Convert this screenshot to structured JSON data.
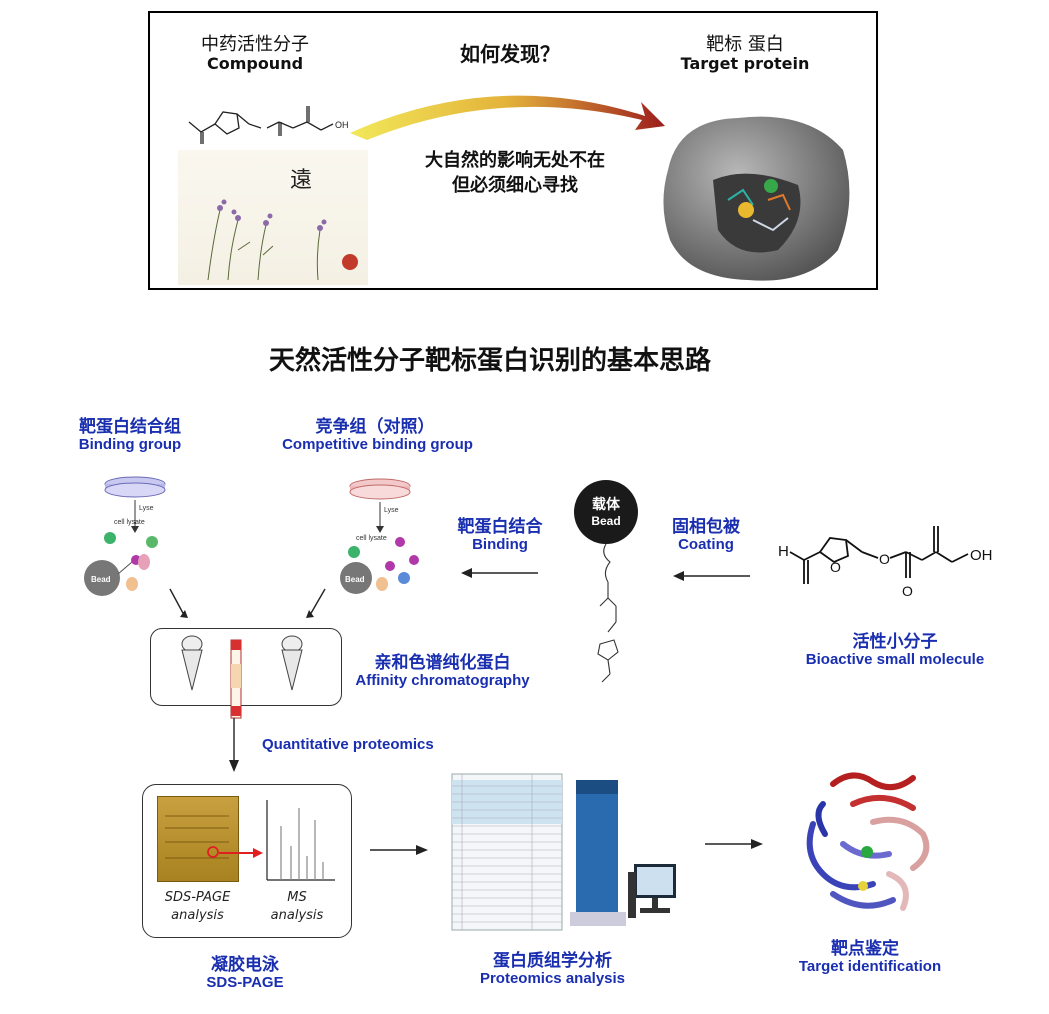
{
  "top_panel": {
    "compound_cn": "中药活性分子",
    "compound_en": "Compound",
    "question": "如何发现？",
    "target_cn": "靶标 蛋白",
    "target_en": "Target protein",
    "quote_line1": "大自然的影响无处不在",
    "quote_line2": "但必须细心寻找",
    "painting_char": "遠",
    "molecule_oh": "OH"
  },
  "main_title": "天然活性分子靶标蛋白识别的基本思路",
  "groups": {
    "binding_cn": "靶蛋白结合组",
    "binding_en": "Binding group",
    "competitive_cn": "竞争组（对照）",
    "competitive_en": "Competitive binding group"
  },
  "dish_labels": {
    "lyse": "Lyse",
    "cell_lysate": "cell lysate",
    "bead": "Bead"
  },
  "bead_label_cn": "载体",
  "bead_label_en": "Bead",
  "steps": {
    "binding_cn": "靶蛋白结合",
    "binding_en": "Binding",
    "coating_cn": "固相包被",
    "coating_en": "Coating",
    "affinity_cn": "亲和色谱纯化蛋白",
    "affinity_en": "Affinity chromatography",
    "small_molecule_cn": "活性小分子",
    "small_molecule_en": "Bioactive small molecule",
    "quant_proteomics": "Quantitative proteomics",
    "sds_cn": "凝胶电泳",
    "sds_en": "SDS-PAGE",
    "proteomics_cn": "蛋白质组学分析",
    "proteomics_en": "Proteomics analysis",
    "target_id_cn": "靶点鉴定",
    "target_id_en": "Target identification"
  },
  "gel_box": {
    "sds_line1": "SDS-PAGE",
    "sds_line2": "analysis",
    "ms_line1": "MS",
    "ms_line2": "analysis"
  },
  "molecule_atoms": {
    "h": "H",
    "o": "O",
    "oh": "OH"
  }
}
